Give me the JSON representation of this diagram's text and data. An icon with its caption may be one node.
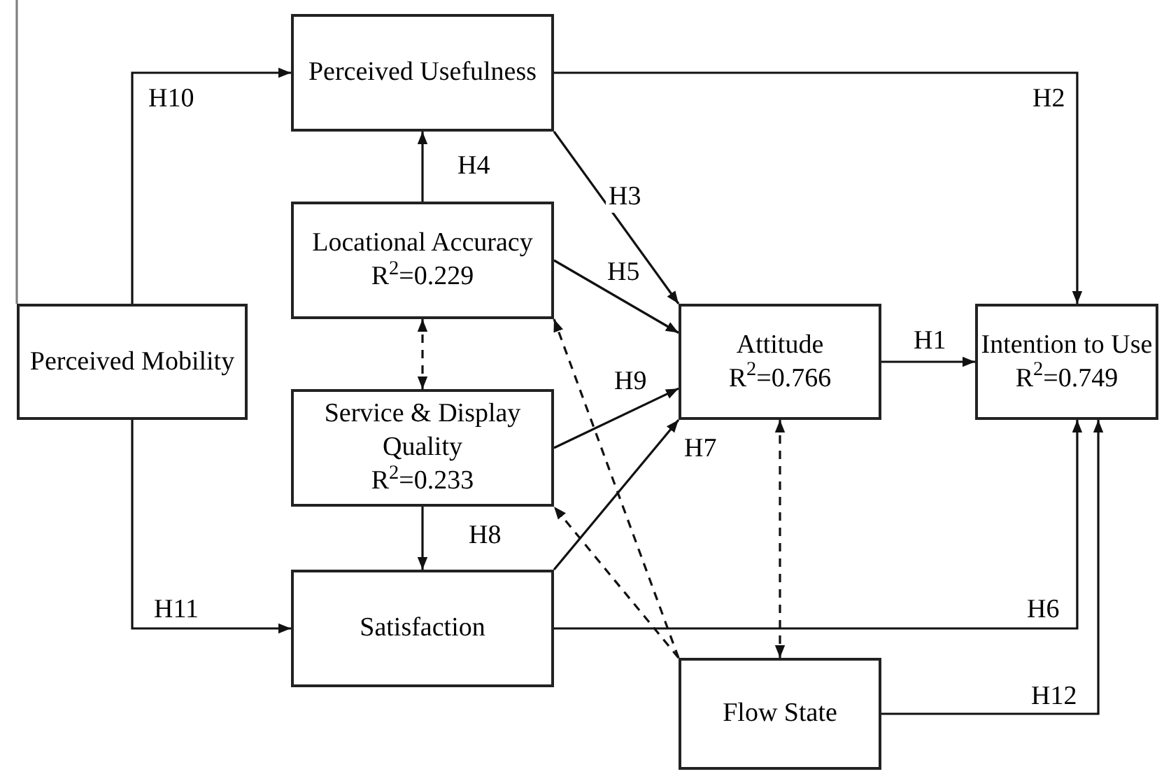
{
  "diagram": {
    "nodes": [
      {
        "text": [
          "Perceived Usefulness"
        ]
      },
      {
        "text": [
          "Locational Accuracy",
          "R$^{2}$=0.229"
        ]
      },
      {
        "text": [
          "Perceived Mobility"
        ]
      },
      {
        "text": [
          "Service & Display Quality",
          "R$^{2}$=0.233"
        ]
      },
      {
        "text": [
          "Attitude",
          "R$^{2}$=0.766"
        ]
      },
      {
        "text": [
          "Intention to Use",
          "R$^{2}$=0.749"
        ]
      },
      {
        "text": [
          "Satisfaction"
        ]
      },
      {
        "text": [
          "Flow State"
        ]
      }
    ],
    "edges": [
      {
        "from": 2,
        "to": 0,
        "arrow": "to",
        "label": "H10"
      },
      {
        "from": 0,
        "to": 5,
        "arrow": "to",
        "label": "H2"
      },
      {
        "from": 1,
        "to": 0,
        "arrow": "to",
        "label": "H4"
      },
      {
        "from": 0,
        "to": 4,
        "arrow": "to",
        "label": "H3"
      },
      {
        "from": 1,
        "to": 4,
        "arrow": "to",
        "label": "H5"
      },
      {
        "from": 1,
        "to": 3,
        "arrow": "both",
        "style": "dashed"
      },
      {
        "from": 3,
        "to": 4,
        "arrow": "to",
        "label": "H9"
      },
      {
        "from": 3,
        "to": 6,
        "arrow": "to",
        "label": "H8"
      },
      {
        "from": 6,
        "to": 4,
        "arrow": "to",
        "label": "H7"
      },
      {
        "from": 2,
        "to": 6,
        "arrow": "to",
        "label": "H11"
      },
      {
        "from": 4,
        "to": 5,
        "arrow": "to",
        "label": "H1"
      },
      {
        "from": 6,
        "to": 5,
        "arrow": "to",
        "label": "H6"
      },
      {
        "from": 7,
        "to": 5,
        "arrow": "to",
        "label": "H12"
      },
      {
        "from": 4,
        "to": 7,
        "arrow": "both",
        "style": "dashed"
      },
      {
        "from": 7,
        "to": 1,
        "arrow": "to",
        "style": "dashed"
      },
      {
        "from": 7,
        "to": 3,
        "arrow": "to",
        "style": "dashed"
      },
      {
        "from": 2,
        "to": null,
        "arrow": "none",
        "color": "#808080"
      }
    ]
  }
}
